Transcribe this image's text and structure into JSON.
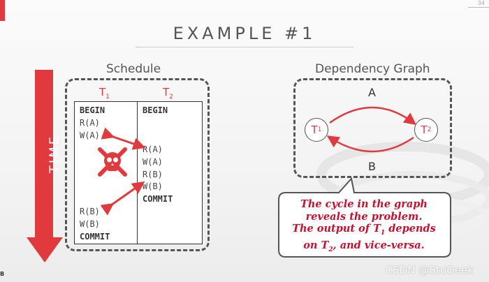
{
  "header": {
    "title": "EXAMPLE #1",
    "page_number": "34"
  },
  "schedule": {
    "label": "Schedule",
    "time_label": "TIME",
    "columns": [
      "T1",
      "T2"
    ],
    "t1_ops_top": [
      "BEGIN",
      "R(A)",
      "W(A)"
    ],
    "t1_ops_bottom": [
      "R(B)",
      "W(B)",
      "COMMIT"
    ],
    "t2_ops": [
      "BEGIN",
      "R(A)",
      "W(A)",
      "R(B)",
      "W(B)",
      "COMMIT"
    ],
    "conflict_icon": "skull-crossbones-icon"
  },
  "graph": {
    "label": "Dependency Graph",
    "nodes": [
      "T1",
      "T2"
    ],
    "edges": [
      {
        "from": "T1",
        "to": "T2",
        "label": "A"
      },
      {
        "from": "T2",
        "to": "T1",
        "label": "B"
      }
    ]
  },
  "callout": {
    "line1": "The cycle in the graph",
    "line2": "reveals the problem.",
    "line3_pre": "The output of T",
    "line3_sub": "1",
    "line3_post": " depends",
    "line4_pre": "on T",
    "line4_sub": "2",
    "line4_post": ", and vice-versa."
  },
  "watermark": "CSDN @StuGeek",
  "footer": {
    "logo": "B"
  },
  "colors": {
    "accent_red": "#e03a3e",
    "callout_red": "#c8102e",
    "dashed_border": "#555555"
  }
}
